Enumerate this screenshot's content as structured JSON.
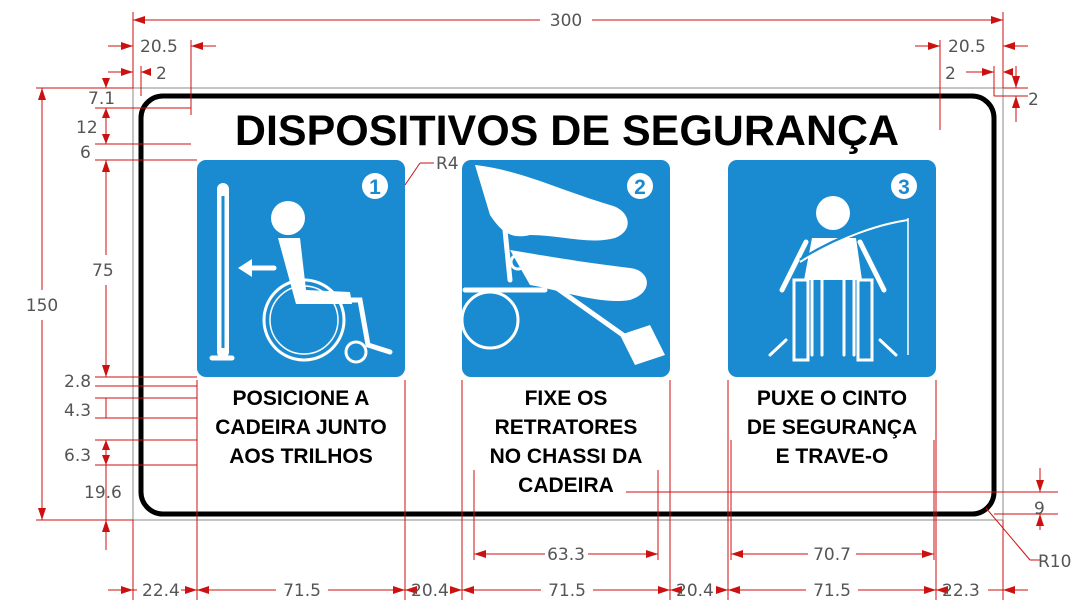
{
  "sign": {
    "title": "DISPOSITIVOS DE SEGURANÇA",
    "accent_color": "#1a8bd0",
    "border_color": "#000000",
    "panels": [
      {
        "number": "1",
        "icon": "wheelchair-beside-rails-icon",
        "caption": [
          "POSICIONE A",
          "CADEIRA JUNTO",
          "AOS TRILHOS"
        ]
      },
      {
        "number": "2",
        "icon": "retractor-attach-chassis-icon",
        "caption": [
          "FIXE OS",
          "RETRATORES",
          "NO CHASSI DA",
          "CADEIRA"
        ]
      },
      {
        "number": "3",
        "icon": "seatbelt-wheelchair-icon",
        "caption": [
          "PUXE O CINTO",
          "DE SEGURANÇA",
          "E TRAVE-O"
        ]
      }
    ]
  },
  "dimensions": {
    "color": "#cc1111",
    "top_width": "300",
    "left_margin_top": "20.5",
    "right_margin_top": "20.5",
    "left_border_offset": "2",
    "right_border_offset": "2",
    "right_top_offset": "2",
    "title_top_gap": "7.1",
    "title_height": "12",
    "title_panel_gap": "6",
    "panel_height": "75",
    "overall_height": "150",
    "caption_gap": "2.8",
    "caption_line": "4.3",
    "caption_spacing": "6.3",
    "bottom_gap": "19.6",
    "right_bottom_gap": "9",
    "corner_radius_panel": "R4",
    "corner_radius_border": "R10",
    "bottom_widths": [
      "22.4",
      "71.5",
      "20.4",
      "71.5",
      "20.4",
      "71.5",
      "22.3"
    ],
    "caption_width_2": "63.3",
    "caption_width_3": "70.7"
  }
}
